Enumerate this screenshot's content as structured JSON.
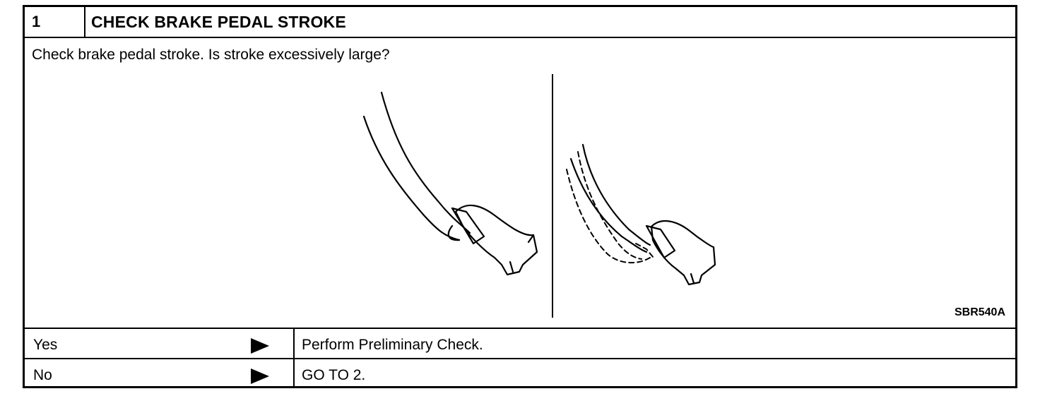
{
  "step": {
    "number": "1",
    "title": "CHECK BRAKE PEDAL STROKE"
  },
  "question": "Check brake pedal stroke. Is stroke excessively large?",
  "figure": {
    "code": "SBR540A",
    "icons": [
      "brake-pedal-normal-icon",
      "brake-pedal-excessive-stroke-icon"
    ]
  },
  "answers": [
    {
      "label": "Yes",
      "action": "Perform Preliminary Check."
    },
    {
      "label": "No",
      "action": "GO TO 2."
    }
  ]
}
